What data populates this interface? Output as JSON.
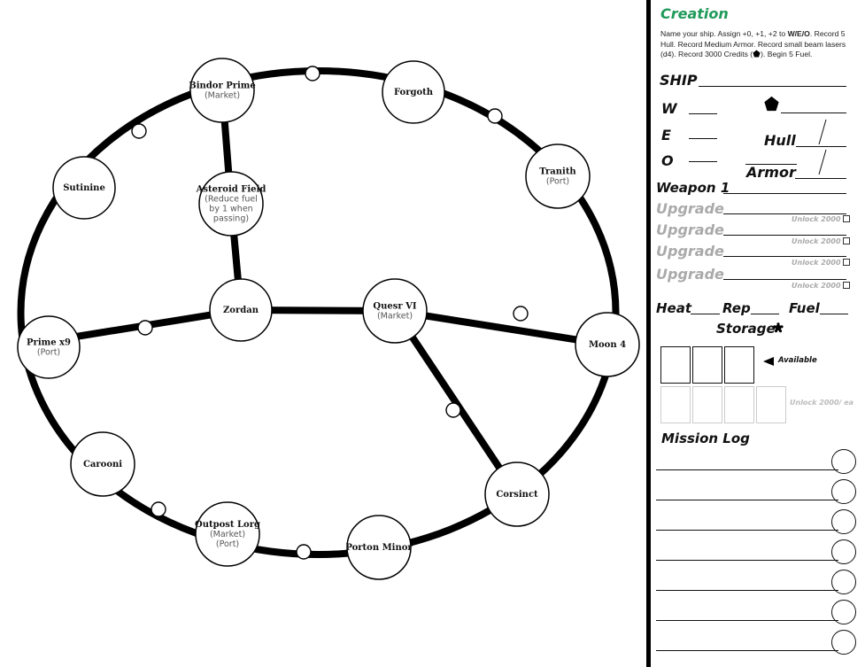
{
  "map": {
    "planets": [
      {
        "id": "bindor-prime",
        "name": "Bindor Prime",
        "sub": [
          "(Market)"
        ]
      },
      {
        "id": "forgoth",
        "name": "Forgoth",
        "sub": []
      },
      {
        "id": "tranith",
        "name": "Tranith",
        "sub": [
          "(Port)"
        ]
      },
      {
        "id": "sutinine",
        "name": "Sutinine",
        "sub": []
      },
      {
        "id": "asteroid-field",
        "name": "Asteroid Field",
        "sub": [
          "(Reduce fuel",
          "by 1 when",
          "passing)"
        ]
      },
      {
        "id": "zordan",
        "name": "Zordan",
        "sub": []
      },
      {
        "id": "quesr-vi",
        "name": "Quesr VI",
        "sub": [
          "(Market)"
        ]
      },
      {
        "id": "moon-4",
        "name": "Moon 4",
        "sub": []
      },
      {
        "id": "prime-x9",
        "name": "Prime x9",
        "sub": [
          "(Port)"
        ]
      },
      {
        "id": "carooni",
        "name": "Carooni",
        "sub": []
      },
      {
        "id": "corsinct",
        "name": "Corsinct",
        "sub": []
      },
      {
        "id": "outpost-lorg",
        "name": "Outpost Lorg",
        "sub": [
          "(Market)",
          "(Port)"
        ]
      },
      {
        "id": "porton-minor",
        "name": "Porton Minor",
        "sub": []
      }
    ]
  },
  "sheet": {
    "title": "Creation",
    "intro_a": "Name your ship. Assign +0, +1, +2 to ",
    "intro_weo": "W/E/O",
    "intro_b": ".  Record 5 Hull. Record Medium Armor. Record small beam lasers (d4). Record 3000 Credits (",
    "intro_credits_icon": "pentagon-icon",
    "intro_c": "). Begin 5 Fuel.",
    "ship_label": "SHIP",
    "w_label": "W",
    "e_label": "E",
    "o_label": "O",
    "hull_label": "Hull",
    "armor_label": "Armor",
    "weapon_label": "Weapon 1",
    "upgrades": [
      {
        "label": "Upgrade",
        "unlock": "Unlock 2000"
      },
      {
        "label": "Upgrade",
        "unlock": "Unlock 2000"
      },
      {
        "label": "Upgrade",
        "unlock": "Unlock 2000"
      },
      {
        "label": "Upgrade",
        "unlock": "Unlock 2000"
      }
    ],
    "heat_label": "Heat",
    "rep_label": "Rep",
    "fuel_label": "Fuel",
    "storage_label": "Storage",
    "storage_icon": "splat-icon",
    "available_label": "Available",
    "unlock_each_label": "Unlock 2000/ ea",
    "mission_log_label": "Mission Log",
    "mission_log_entries": 7,
    "accent_color": "#1f9a5a"
  }
}
